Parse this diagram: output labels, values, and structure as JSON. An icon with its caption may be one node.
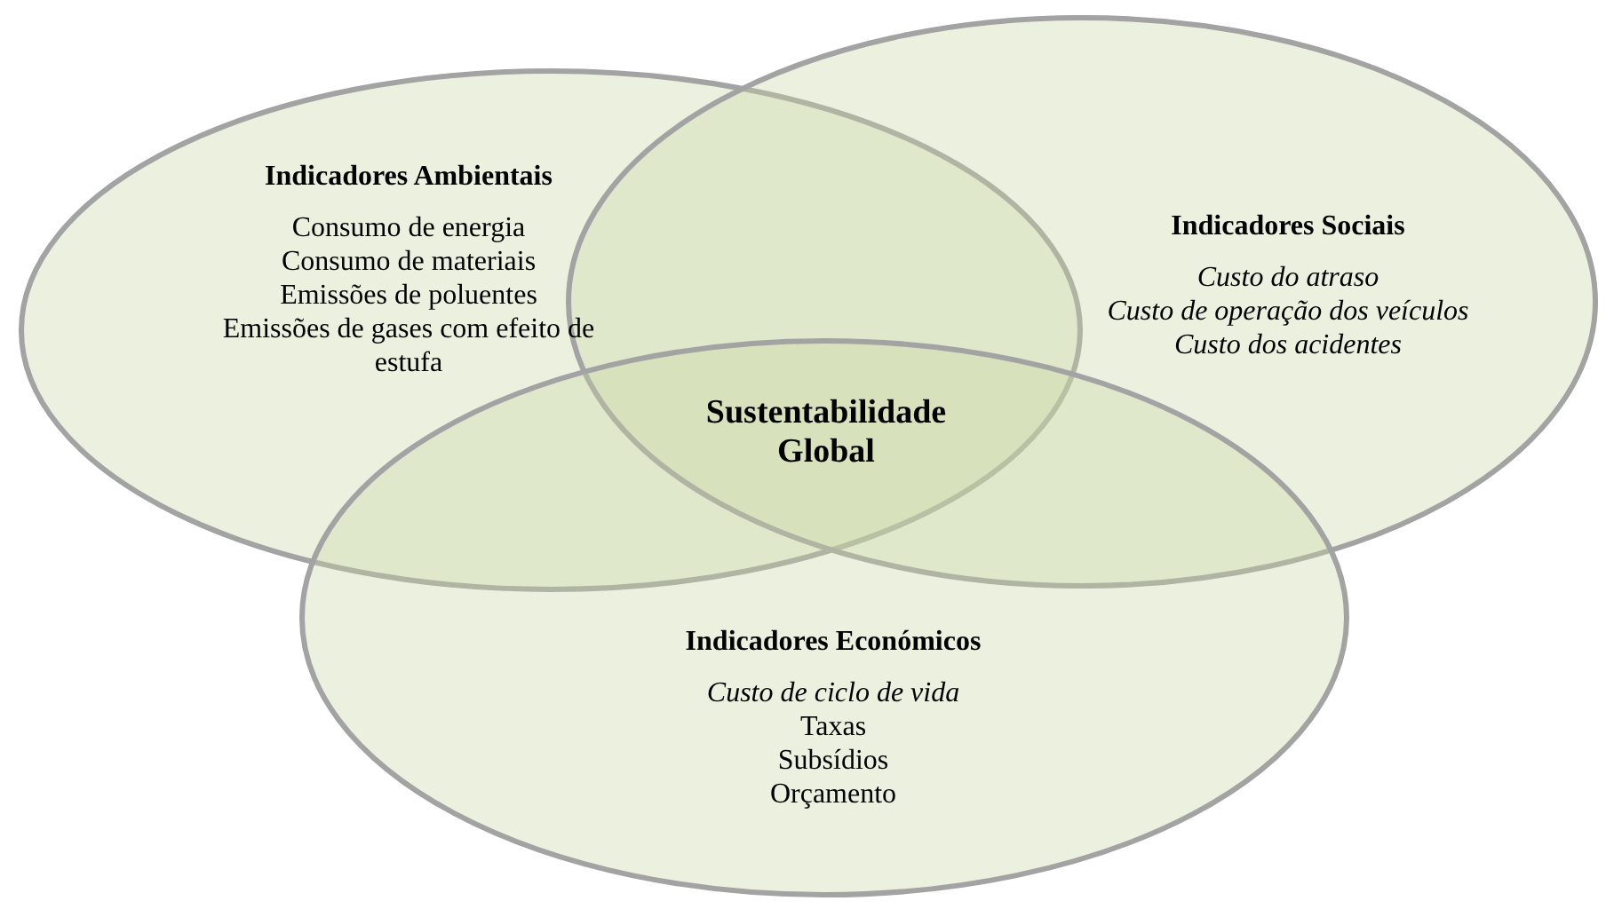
{
  "diagram": {
    "nodes": [
      {
        "text": [
          "Indicadores Ambientais",
          "Consumo de energia",
          "Consumo de materiais",
          "Emissões de poluentes",
          "Emissões de gases com efeito de estufa"
        ]
      },
      {
        "text": [
          "Indicadores Sociais",
          "Custo do atraso",
          "Custo de operação dos veículos",
          "Custo dos acidentes"
        ]
      },
      {
        "text": [
          "Indicadores Económicos",
          "Custo de ciclo de vida",
          "Taxas",
          "Subsídios",
          "Orçamento"
        ]
      }
    ],
    "labels": [
      "Sustentabilidade Global"
    ]
  }
}
